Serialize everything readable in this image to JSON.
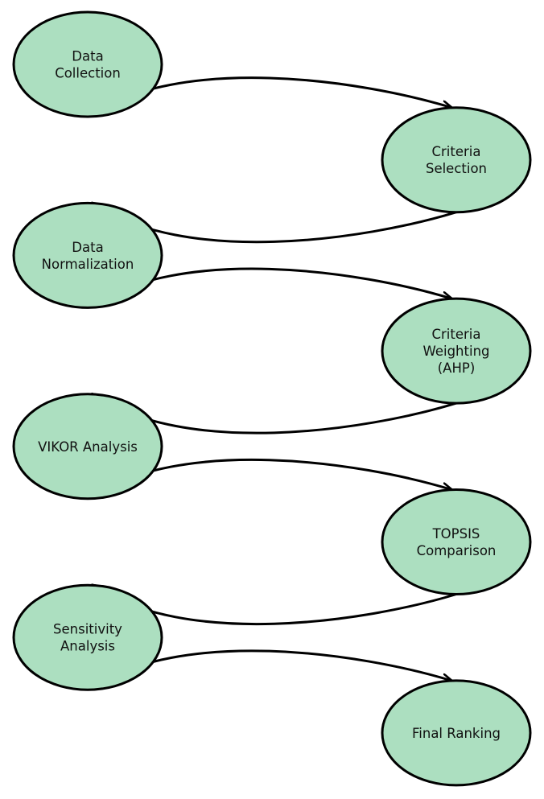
{
  "colors": {
    "node_fill": "#acdfc0",
    "node_stroke": "#000000",
    "edge": "#000000",
    "text": "#111111"
  },
  "nodes": [
    {
      "id": "data-collection",
      "lines": [
        "Data",
        "Collection"
      ]
    },
    {
      "id": "criteria-selection",
      "lines": [
        "Criteria",
        "Selection"
      ]
    },
    {
      "id": "data-normalization",
      "lines": [
        "Data",
        "Normalization"
      ]
    },
    {
      "id": "criteria-weighting",
      "lines": [
        "Criteria",
        "Weighting",
        "(AHP)"
      ]
    },
    {
      "id": "vikor-analysis",
      "lines": [
        "VIKOR Analysis"
      ]
    },
    {
      "id": "topsis-comparison",
      "lines": [
        "TOPSIS",
        "Comparison"
      ]
    },
    {
      "id": "sensitivity-analysis",
      "lines": [
        "Sensitivity",
        "Analysis"
      ]
    },
    {
      "id": "final-ranking",
      "lines": [
        "Final Ranking"
      ]
    }
  ],
  "edges": [
    {
      "from": "data-collection",
      "to": "criteria-selection"
    },
    {
      "from": "criteria-selection",
      "to": "data-normalization"
    },
    {
      "from": "data-normalization",
      "to": "criteria-weighting"
    },
    {
      "from": "criteria-weighting",
      "to": "vikor-analysis"
    },
    {
      "from": "vikor-analysis",
      "to": "topsis-comparison"
    },
    {
      "from": "topsis-comparison",
      "to": "sensitivity-analysis"
    },
    {
      "from": "sensitivity-analysis",
      "to": "final-ranking"
    }
  ]
}
